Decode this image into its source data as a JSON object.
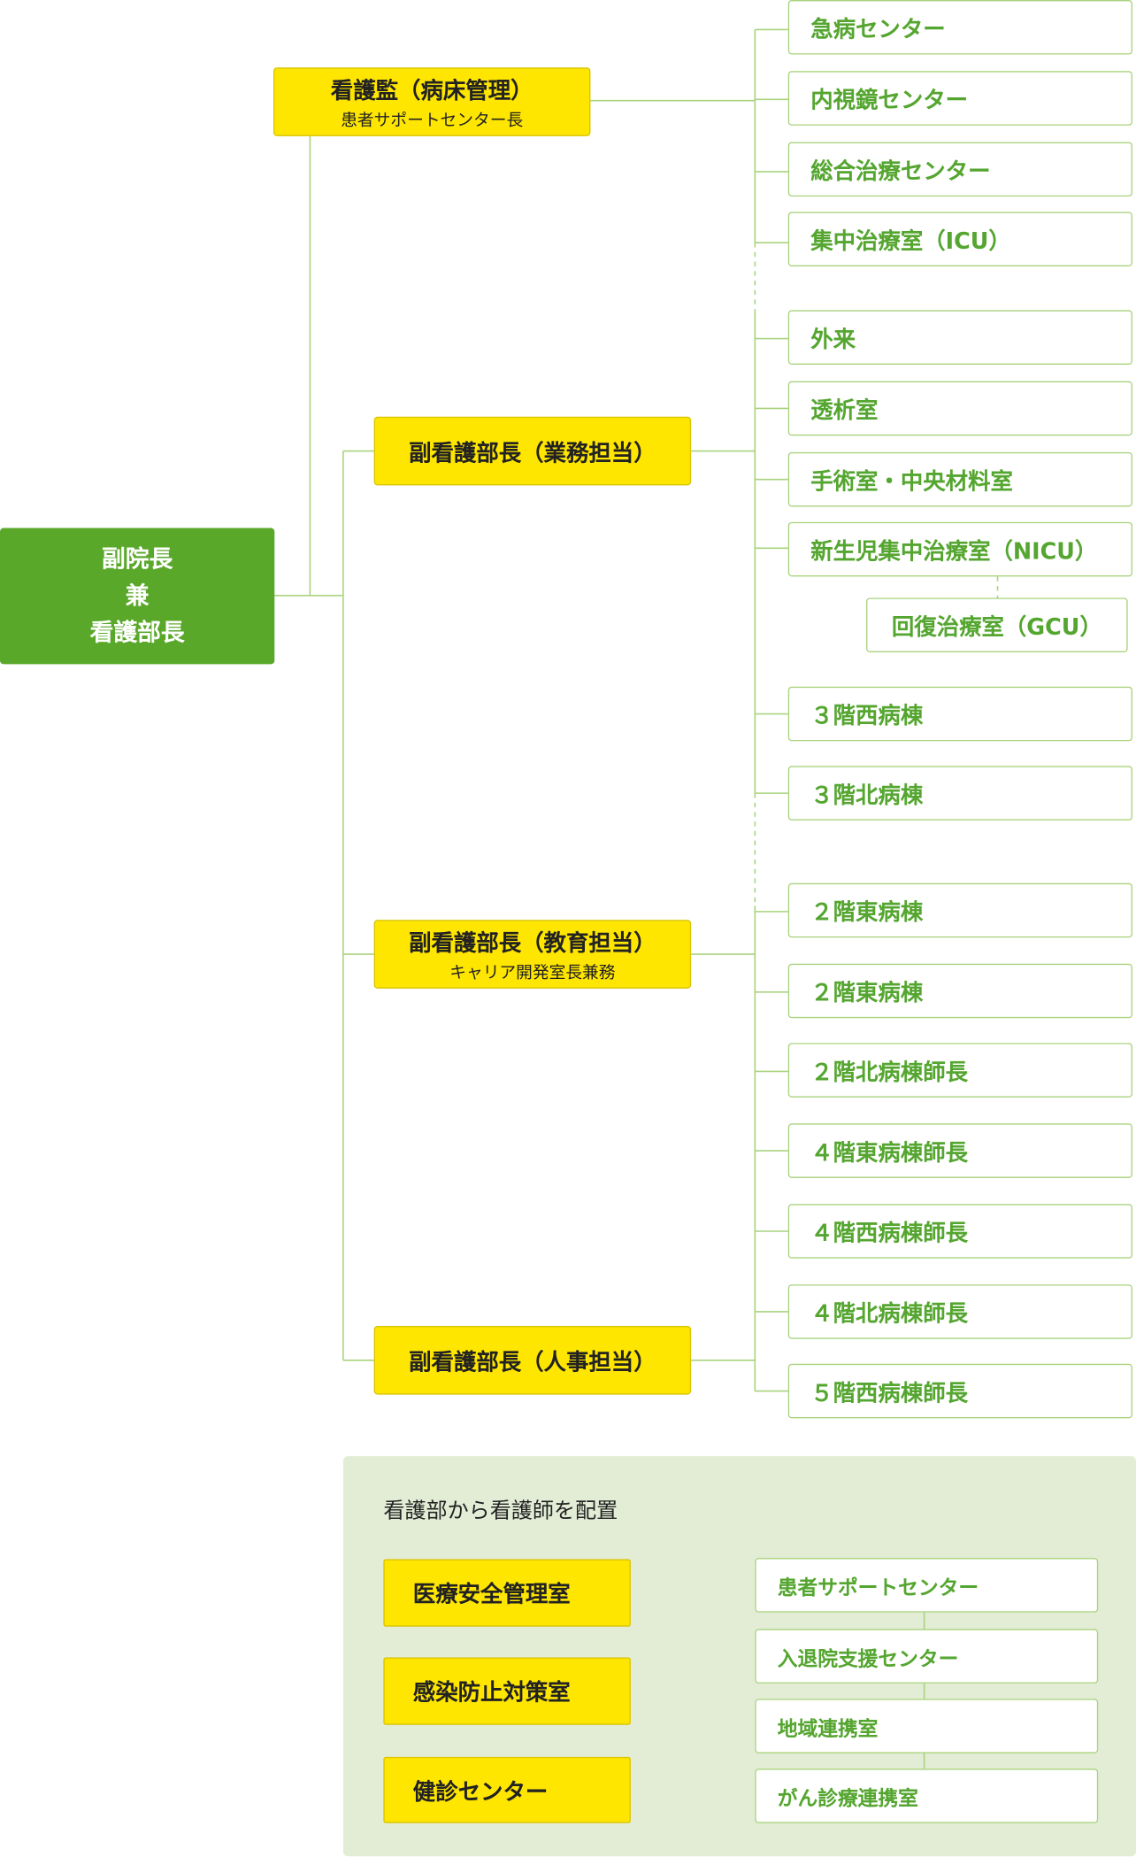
{
  "root": {
    "line1": "副院長",
    "line2": "兼",
    "line3": "看護部長"
  },
  "managers": [
    {
      "title": "看護監（病床管理）",
      "subtitle": "患者サポートセンター長"
    },
    {
      "title": "副看護部長（業務担当）",
      "subtitle": ""
    },
    {
      "title": "副看護部長（教育担当）",
      "subtitle": "キャリア開発室長兼務"
    },
    {
      "title": "副看護部長（人事担当）",
      "subtitle": ""
    }
  ],
  "units": [
    "急病センター",
    "内視鏡センター",
    "総合治療センター",
    "集中治療室（ICU）",
    "外来",
    "透析室",
    "手術室・中央材料室",
    "新生児集中治療室（NICU）",
    "回復治療室（GCU）",
    "３階西病棟",
    "３階北病棟",
    "２階東病棟",
    "２階東病棟",
    "２階北病棟師長",
    "４階東病棟師長",
    "４階西病棟師長",
    "４階北病棟師長",
    "５階西病棟師長"
  ],
  "panel": {
    "title": "看護部から看護師を配置",
    "departments": [
      "医療安全管理室",
      "感染防止対策室",
      "健診センター"
    ],
    "services": [
      "患者サポートセンター",
      "入退院支援センター",
      "地域連携室",
      "がん診療連携室"
    ]
  },
  "colors": {
    "root_fill": "#5aa82a",
    "manager_fill": "#ffe600",
    "unit_text": "#55a630",
    "unit_border": "#a9d37e",
    "connector": "#a9d37e",
    "panel_fill": "#e3edd6"
  }
}
